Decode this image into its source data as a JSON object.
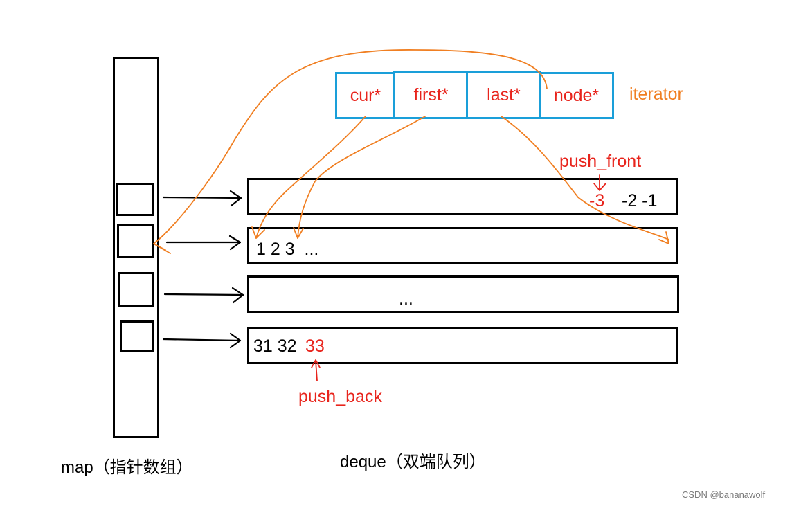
{
  "iterator": {
    "label": "iterator",
    "fields": [
      "cur*",
      "first*",
      "last*",
      "node*"
    ]
  },
  "buffers": {
    "row1_front": "-3",
    "row1_rest": "-2 -1",
    "row2": "1 2 3  ...",
    "row3": "...",
    "row4_values": "31 32",
    "row4_new": "33"
  },
  "annotations": {
    "push_front": "push_front",
    "push_back": "push_back"
  },
  "captions": {
    "map": "map（指针数组）",
    "deque": "deque（双端队列）"
  },
  "watermark": "CSDN @bananawolf",
  "colors": {
    "iterator_border": "#1a9fd9",
    "field_text": "#e8241c",
    "pointer_arrows": "#f07f22",
    "highlight": "#e8241c"
  }
}
